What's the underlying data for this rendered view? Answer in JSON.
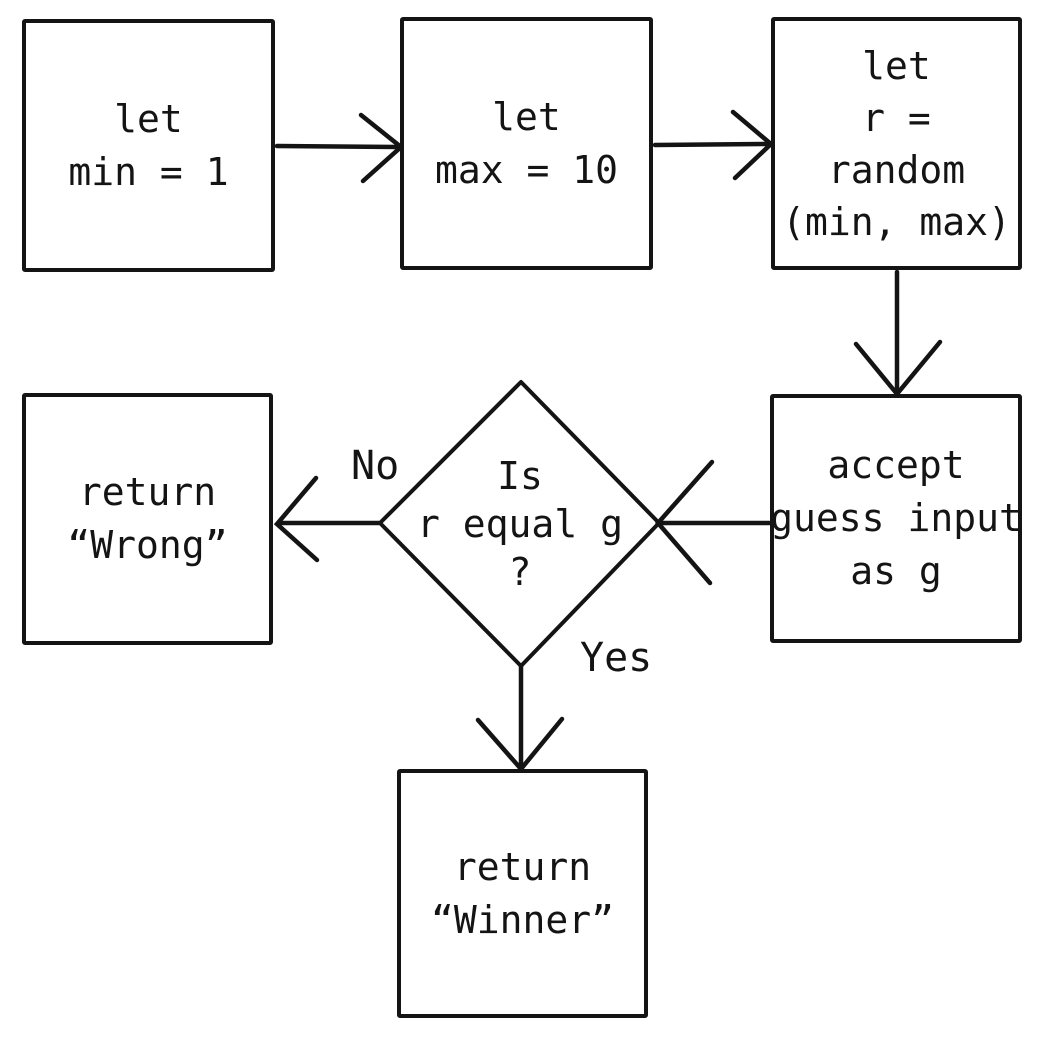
{
  "diagram": {
    "background": "#ffffff",
    "stroke_color": "#141414",
    "nodes": [
      {
        "id": "let-min",
        "type": "process",
        "lines": [
          "let",
          "min = 1"
        ]
      },
      {
        "id": "let-max",
        "type": "process",
        "lines": [
          "let",
          "max = 10"
        ]
      },
      {
        "id": "let-r-random",
        "type": "process",
        "lines": [
          "let",
          "r =",
          "random",
          "(min, max)"
        ]
      },
      {
        "id": "accept-guess",
        "type": "process",
        "lines": [
          "accept",
          "guess input",
          "as g"
        ]
      },
      {
        "id": "decision",
        "type": "decision",
        "lines": [
          "Is",
          "r equal g",
          "?"
        ]
      },
      {
        "id": "return-wrong",
        "type": "process",
        "lines": [
          "return",
          "“Wrong”"
        ]
      },
      {
        "id": "return-winner",
        "type": "process",
        "lines": [
          "return",
          "“Winner”"
        ]
      }
    ],
    "edges": [
      {
        "id": "e1",
        "from": "let-min",
        "to": "let-max",
        "label": ""
      },
      {
        "id": "e2",
        "from": "let-max",
        "to": "let-r-random",
        "label": ""
      },
      {
        "id": "e3",
        "from": "let-r-random",
        "to": "accept-guess",
        "label": ""
      },
      {
        "id": "e4",
        "from": "accept-guess",
        "to": "decision",
        "label": ""
      },
      {
        "id": "e5",
        "from": "decision",
        "to": "return-wrong",
        "label": "No"
      },
      {
        "id": "e6",
        "from": "decision",
        "to": "return-winner",
        "label": "Yes"
      }
    ]
  }
}
